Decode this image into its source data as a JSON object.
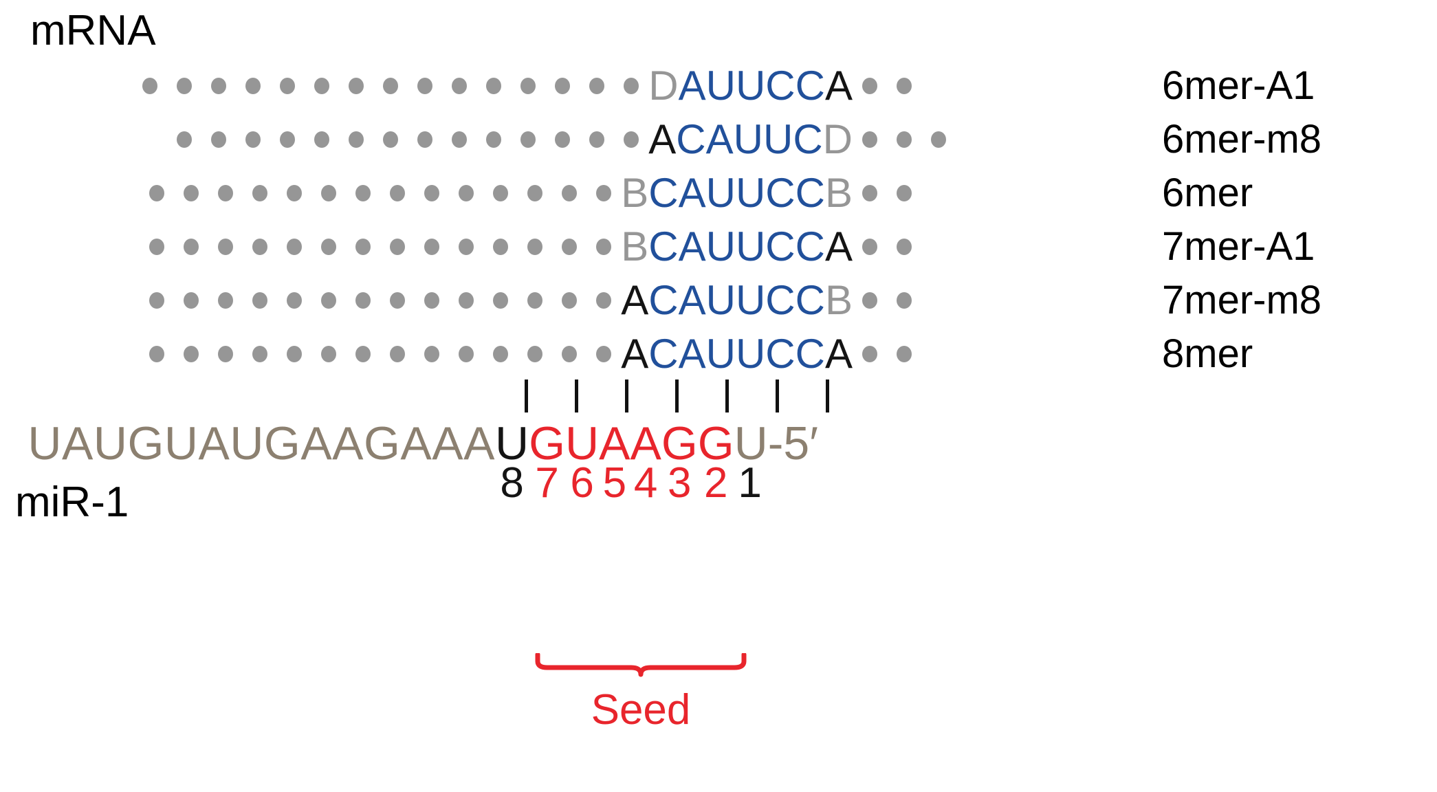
{
  "figure": {
    "mrna_title": "mRNA",
    "mir_caption": "miR-1",
    "seed_label": "Seed"
  },
  "colors": {
    "seed_blue": "#21509B",
    "base_black": "#141414",
    "base_gray": "#969696",
    "dot_gray": "#969696",
    "mir_red": "#E8252C",
    "mir_tan": "#8C8070"
  },
  "alignment_rows": [
    {
      "label": "6mer-A1",
      "lead_dots": 15,
      "bases": [
        {
          "ch": "D",
          "color": "gray"
        },
        {
          "ch": "A",
          "color": "blue"
        },
        {
          "ch": "U",
          "color": "blue"
        },
        {
          "ch": "U",
          "color": "blue"
        },
        {
          "ch": "C",
          "color": "blue"
        },
        {
          "ch": "C",
          "color": "blue"
        },
        {
          "ch": "A",
          "color": "black"
        }
      ],
      "trail_dots": 2
    },
    {
      "label": "6mer-m8",
      "lead_dots": 14,
      "bases": [
        {
          "ch": "A",
          "color": "black"
        },
        {
          "ch": "C",
          "color": "blue"
        },
        {
          "ch": "A",
          "color": "blue"
        },
        {
          "ch": "U",
          "color": "blue"
        },
        {
          "ch": "U",
          "color": "blue"
        },
        {
          "ch": "C",
          "color": "blue"
        },
        {
          "ch": "D",
          "color": "gray"
        }
      ],
      "trail_dots": 3
    },
    {
      "label": "6mer",
      "lead_dots": 14,
      "bases": [
        {
          "ch": "B",
          "color": "gray"
        },
        {
          "ch": "C",
          "color": "blue"
        },
        {
          "ch": "A",
          "color": "blue"
        },
        {
          "ch": "U",
          "color": "blue"
        },
        {
          "ch": "U",
          "color": "blue"
        },
        {
          "ch": "C",
          "color": "blue"
        },
        {
          "ch": "C",
          "color": "blue"
        },
        {
          "ch": "B",
          "color": "gray"
        }
      ],
      "trail_dots": 2
    },
    {
      "label": "7mer-A1",
      "lead_dots": 14,
      "bases": [
        {
          "ch": "B",
          "color": "gray"
        },
        {
          "ch": "C",
          "color": "blue"
        },
        {
          "ch": "A",
          "color": "blue"
        },
        {
          "ch": "U",
          "color": "blue"
        },
        {
          "ch": "U",
          "color": "blue"
        },
        {
          "ch": "C",
          "color": "blue"
        },
        {
          "ch": "C",
          "color": "blue"
        },
        {
          "ch": "A",
          "color": "black"
        }
      ],
      "trail_dots": 2
    },
    {
      "label": "7mer-m8",
      "lead_dots": 14,
      "bases": [
        {
          "ch": "A",
          "color": "black"
        },
        {
          "ch": "C",
          "color": "blue"
        },
        {
          "ch": "A",
          "color": "blue"
        },
        {
          "ch": "U",
          "color": "blue"
        },
        {
          "ch": "U",
          "color": "blue"
        },
        {
          "ch": "C",
          "color": "blue"
        },
        {
          "ch": "C",
          "color": "blue"
        },
        {
          "ch": "B",
          "color": "gray"
        }
      ],
      "trail_dots": 2
    },
    {
      "label": "8mer",
      "lead_dots": 14,
      "bases": [
        {
          "ch": "A",
          "color": "black"
        },
        {
          "ch": "C",
          "color": "blue"
        },
        {
          "ch": "A",
          "color": "blue"
        },
        {
          "ch": "U",
          "color": "blue"
        },
        {
          "ch": "U",
          "color": "blue"
        },
        {
          "ch": "C",
          "color": "blue"
        },
        {
          "ch": "C",
          "color": "blue"
        },
        {
          "ch": "A",
          "color": "black"
        }
      ],
      "trail_dots": 2
    }
  ],
  "pairing_bars": 7,
  "mirna": {
    "left_sequence": "UAUGUAUGAAGAAA",
    "seed_block": [
      {
        "ch": "U",
        "color": "black"
      },
      {
        "ch": "G",
        "color": "red"
      },
      {
        "ch": "U",
        "color": "red"
      },
      {
        "ch": "A",
        "color": "red"
      },
      {
        "ch": "A",
        "color": "red"
      },
      {
        "ch": "G",
        "color": "red"
      },
      {
        "ch": "G",
        "color": "red"
      }
    ],
    "tail": "U-5′",
    "positions": [
      {
        "n": "8",
        "color": "black"
      },
      {
        "n": "7",
        "color": "red"
      },
      {
        "n": "6",
        "color": "red"
      },
      {
        "n": "5",
        "color": "red"
      },
      {
        "n": "4",
        "color": "red"
      },
      {
        "n": "3",
        "color": "red"
      },
      {
        "n": "2",
        "color": "red"
      },
      {
        "n": "1",
        "color": "black"
      }
    ]
  }
}
